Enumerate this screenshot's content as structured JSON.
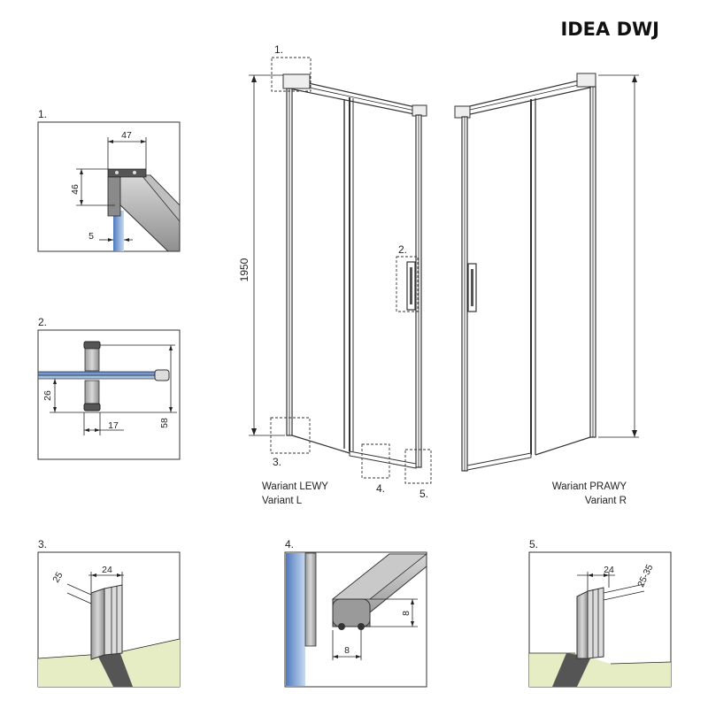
{
  "title": "IDEA DWJ",
  "variants": {
    "left_line1": "Wariant LEWY",
    "left_line2": "Variant L",
    "right_line1": "Wariant PRAWY",
    "right_line2": "Variant R"
  },
  "main_height_label": "1950",
  "callouts": [
    "1.",
    "2.",
    "3.",
    "4.",
    "5."
  ],
  "detail1": {
    "label": "1.",
    "width": "47",
    "height": "46",
    "gap": "5"
  },
  "detail2": {
    "label": "2.",
    "height_small": "26",
    "width": "17",
    "height_total": "58"
  },
  "detail3": {
    "label": "3.",
    "dim_a": "25",
    "dim_b": "24"
  },
  "detail4": {
    "label": "4.",
    "height": "8",
    "width": "8"
  },
  "detail5": {
    "label": "5.",
    "width": "24",
    "range": "25-35"
  }
}
